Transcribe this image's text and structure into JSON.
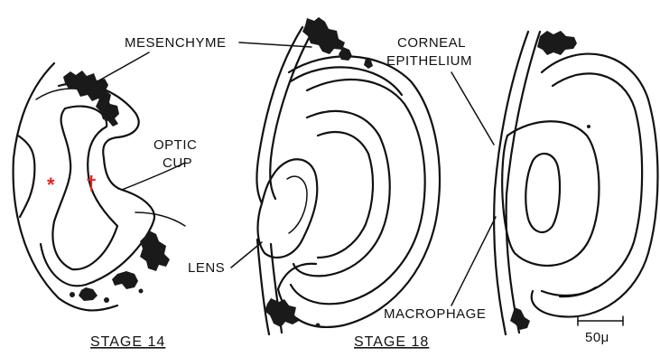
{
  "labels": {
    "mesenchyme": "MESENCHYME",
    "corneal_line1": "CORNEAL",
    "corneal_line2": "EPITHELIUM",
    "optic_line1": "OPTIC",
    "optic_line2": "CUP",
    "lens": "LENS",
    "macrophage": "MACROPHAGE",
    "scale": "50μ"
  },
  "stages": {
    "stage14": "STAGE 14",
    "stage18": "STAGE 18"
  },
  "markers": {
    "asterisk": "*",
    "dagger": "†",
    "color": "#e8231f"
  }
}
